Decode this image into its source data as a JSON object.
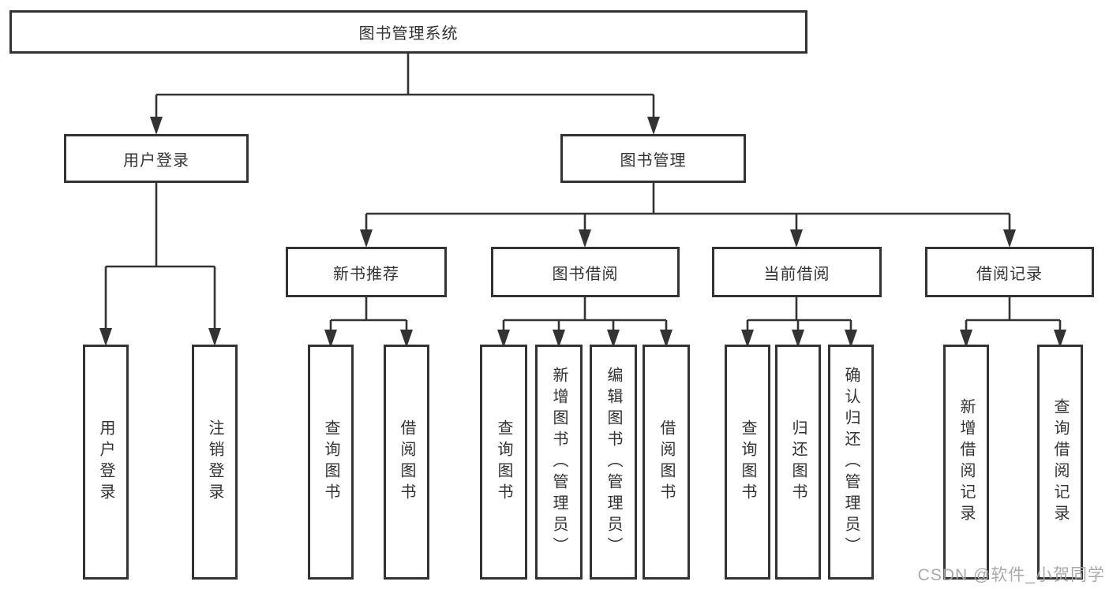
{
  "diagram": {
    "root": {
      "label": "图书管理系统"
    },
    "branches": [
      {
        "label": "用户登录",
        "children": [
          {
            "label": "用户登录"
          },
          {
            "label": "注销登录"
          }
        ]
      },
      {
        "label": "图书管理",
        "children": [
          {
            "label": "新书推荐",
            "children": [
              {
                "label": "查询图书"
              },
              {
                "label": "借阅图书"
              }
            ]
          },
          {
            "label": "图书借阅",
            "children": [
              {
                "label": "查询图书"
              },
              {
                "label": "新增图书（管理员）"
              },
              {
                "label": "编辑图书（管理员）"
              },
              {
                "label": "借阅图书"
              }
            ]
          },
          {
            "label": "当前借阅",
            "children": [
              {
                "label": "查询图书"
              },
              {
                "label": "归还图书"
              },
              {
                "label": "确认归还（管理员）"
              }
            ]
          },
          {
            "label": "借阅记录",
            "children": [
              {
                "label": "新增借阅记录"
              },
              {
                "label": "查询借阅记录"
              }
            ]
          }
        ]
      }
    ]
  },
  "watermark": {
    "text": "CSDN @软件_小贺同学"
  },
  "colors": {
    "line": "#333333",
    "box_border": "#333333",
    "background": "#ffffff",
    "watermark": "#a5a5a5"
  }
}
